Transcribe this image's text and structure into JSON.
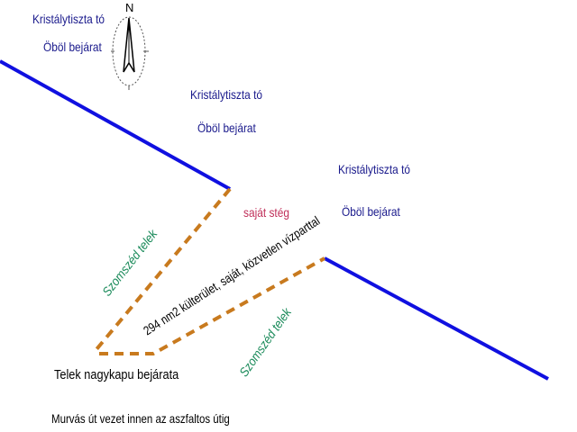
{
  "lake_labels": [
    {
      "name": "Kristálytiszta tó",
      "sub": "Öböl bejárat"
    },
    {
      "name": "Kristálytiszta tó",
      "sub": "Öböl bejárat"
    },
    {
      "name": "Kristálytiszta tó",
      "sub": "Öböl bejárat"
    }
  ],
  "compass": {
    "letter": "N"
  },
  "own_pier": "saját stég",
  "plot_description": "294 nm2 külterület, saját, közvetlen vízparttal",
  "neighbor_label_1": "Szomszéd telek",
  "neighbor_label_2": "Szomszéd telek",
  "gate": "Telek nagykapu bejárata",
  "road_note": "Murvás út vezet innen az aszfaltos útig",
  "colors": {
    "shore": "#1010e0",
    "boundary": "#c87a1e",
    "lake_text": "#1a1a8c",
    "neighbor_text": "#1a8a5a",
    "pier_text": "#c0305a"
  }
}
